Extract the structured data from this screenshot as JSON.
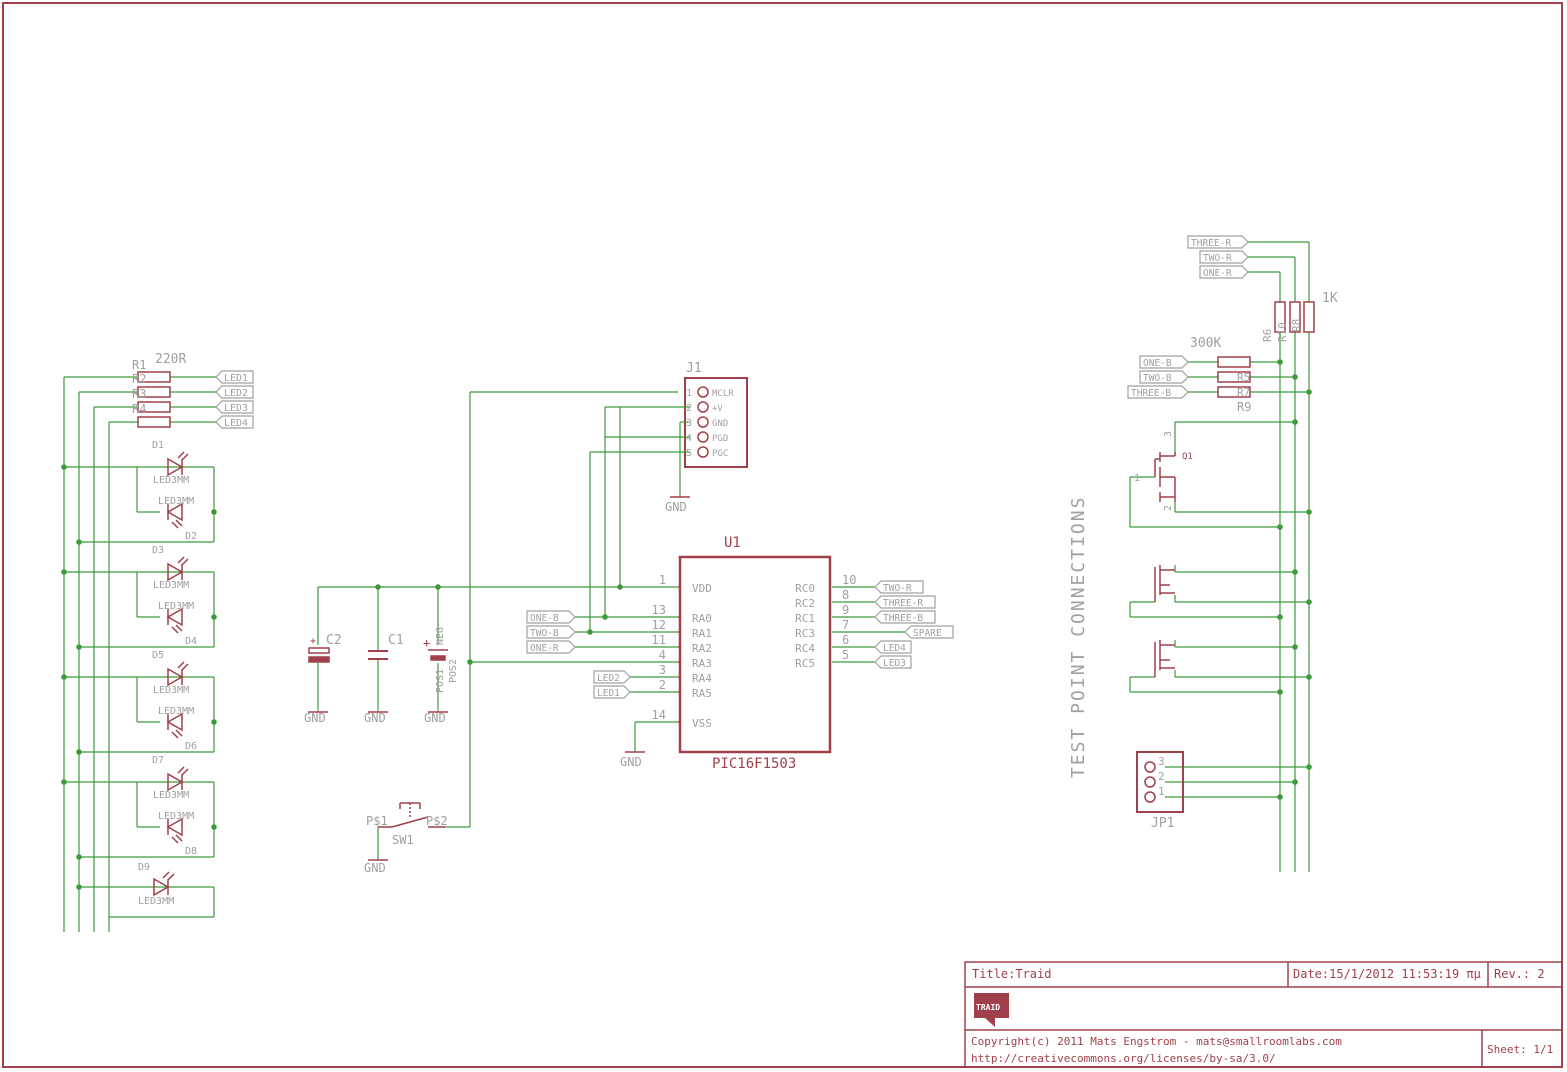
{
  "colors": {
    "frame": "#a0404a",
    "part": "#a0404a",
    "wire": "#3c9a3c",
    "label": "#a0a0a0",
    "text": "#a0a0a0",
    "dark_text": "#a0404a"
  },
  "leds": {
    "resistor_value": "220R",
    "resistor_names": [
      "R1",
      "R2",
      "R3",
      "R4"
    ],
    "labels": [
      "LED1",
      "LED2",
      "LED3",
      "LED4"
    ],
    "groups": [
      {
        "top_name": "D1",
        "bottom_name": "D2",
        "pkg": "LED3MM"
      },
      {
        "top_name": "D3",
        "bottom_name": "D4",
        "pkg": "LED3MM"
      },
      {
        "top_name": "D5",
        "bottom_name": "D6",
        "pkg": "LED3MM"
      },
      {
        "top_name": "D7",
        "bottom_name": "D8",
        "pkg": "LED3MM"
      }
    ],
    "single": {
      "name": "D9",
      "pkg": "LED3MM"
    }
  },
  "power": {
    "c2": "C2",
    "c1": "C1",
    "battery_neg": "NEG",
    "battery_pos1": "POS1",
    "battery_pos2": "POS2",
    "gnd": "GND",
    "plus": "+"
  },
  "switch": {
    "name": "SW1",
    "pin1": "P$1",
    "pin2": "P$2"
  },
  "header_j1": {
    "name": "J1",
    "pin_numbers": [
      "1",
      "2",
      "3",
      "4",
      "5"
    ],
    "pin_labels": [
      "MCLR",
      "+V",
      "GND",
      "PGD",
      "PGC"
    ]
  },
  "mcu": {
    "name": "U1",
    "part": "PIC16F1503",
    "left_pins": [
      {
        "num": "1",
        "name": "VDD"
      },
      {
        "num": "13",
        "name": "RA0"
      },
      {
        "num": "12",
        "name": "RA1"
      },
      {
        "num": "11",
        "name": "RA2"
      },
      {
        "num": "4",
        "name": "RA3"
      },
      {
        "num": "3",
        "name": "RA4"
      },
      {
        "num": "2",
        "name": "RA5"
      },
      {
        "num": "14",
        "name": "VSS"
      }
    ],
    "right_pins": [
      {
        "num": "10",
        "name": "RC0",
        "label": "TWO-R"
      },
      {
        "num": "8",
        "name": "RC2",
        "label": "THREE-R"
      },
      {
        "num": "9",
        "name": "RC1",
        "label": "THREE-B"
      },
      {
        "num": "7",
        "name": "RC3",
        "label": "SPARE"
      },
      {
        "num": "6",
        "name": "RC4",
        "label": "LED4"
      },
      {
        "num": "5",
        "name": "RC5",
        "label": "LED3"
      }
    ],
    "left_labels": [
      "ONE-B",
      "TWO-B",
      "ONE-R",
      "LED2",
      "LED1"
    ]
  },
  "test": {
    "heading": "TEST POINT CONNECTIONS",
    "top_labels": [
      "THREE-R",
      "TWO-R",
      "ONE-R"
    ],
    "r_top_value": "1K",
    "r_top_names": [
      "R6",
      "R10",
      "R8"
    ],
    "r_mid_value": "300K",
    "mid_labels": [
      "ONE-B",
      "TWO-B",
      "THREE-B"
    ],
    "r_mid_names": [
      "R5",
      "R7",
      "R9"
    ],
    "q1": "Q1",
    "q1_pins": [
      "3",
      "1",
      "2"
    ],
    "jp1": "JP1",
    "jp1_pins": [
      "3",
      "2",
      "1"
    ]
  },
  "title_block": {
    "title": "Title:Traid",
    "date": "Date:15/1/2012 11:53:19 πμ",
    "rev": "Rev.: 2",
    "copyright": "Copyright(c) 2011 Mats Engstrom - mats@smallroomlabs.com",
    "license": "http://creativecommons.org/licenses/by-sa/3.0/",
    "sheet": "Sheet: 1/1",
    "logo": "TRAID"
  }
}
